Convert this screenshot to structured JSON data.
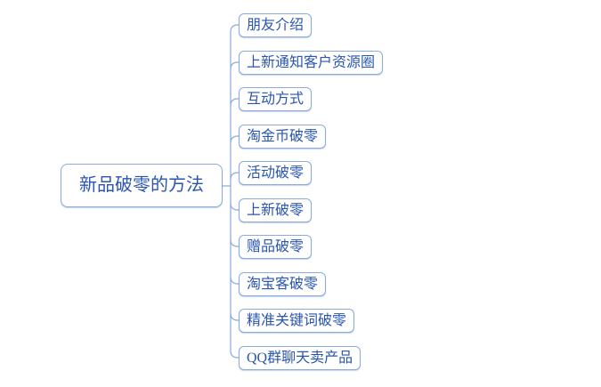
{
  "mindmap": {
    "root": {
      "label": "新品破零的方法"
    },
    "children": [
      {
        "label": "朋友介绍"
      },
      {
        "label": "上新通知客户资源圈"
      },
      {
        "label": "互动方式"
      },
      {
        "label": "淘金币破零"
      },
      {
        "label": "活动破零"
      },
      {
        "label": "上新破零"
      },
      {
        "label": "赠品破零"
      },
      {
        "label": "淘宝客破零"
      },
      {
        "label": "精准关键词破零"
      },
      {
        "label": "QQ群聊天卖产品"
      }
    ],
    "colors": {
      "line": "#8aabdc",
      "node_border": "#8aabdc",
      "node_text": "#2a56ae",
      "background": "#ffffff"
    }
  }
}
